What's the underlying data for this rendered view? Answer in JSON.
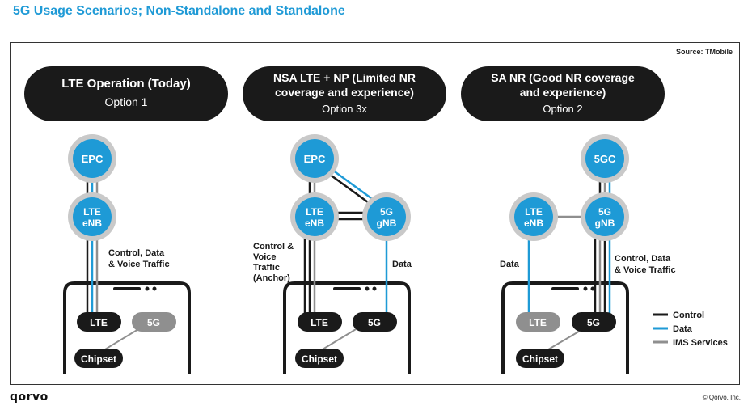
{
  "title": "5G Usage Scenarios; Non-Standalone and Standalone",
  "source": "Source: TMobile",
  "logo": "qorvo",
  "copyright": "© Qorvo, Inc.",
  "colors": {
    "control": "#1a1a1a",
    "data": "#1e9ad6",
    "ims": "#8f8f8f",
    "node_fill": "#1e9ad6",
    "node_ring": "#c9c9c9",
    "pill": "#1a1a1a"
  },
  "scenarios": [
    {
      "header_line1": "LTE Operation (Today)",
      "header_line2": "",
      "option": "Option 1",
      "core": "EPC",
      "ran_a_line1": "LTE",
      "ran_a_line2": "eNB",
      "label": "Control, Data & Voice Traffic",
      "chip_lte": "LTE",
      "chip_5g": "5G",
      "chipset": "Chipset"
    },
    {
      "header_line1": "NSA LTE + NP (Limited NR",
      "header_line2": "coverage and experience)",
      "option": "Option 3x",
      "core": "EPC",
      "ran_a_line1": "LTE",
      "ran_a_line2": "eNB",
      "ran_b_line1": "5G",
      "ran_b_line2": "gNB",
      "label_left": "Control & Voice Traffic (Anchor)",
      "label_right": "Data",
      "chip_lte": "LTE",
      "chip_5g": "5G",
      "chipset": "Chipset"
    },
    {
      "header_line1": "SA NR (Good NR coverage",
      "header_line2": "and experience)",
      "option": "Option 2",
      "core": "5GC",
      "ran_a_line1": "LTE",
      "ran_a_line2": "eNB",
      "ran_b_line1": "5G",
      "ran_b_line2": "gNB",
      "label_left": "Data",
      "label_right": "Control, Data & Voice Traffic",
      "chip_lte": "LTE",
      "chip_5g": "5G",
      "chipset": "Chipset"
    }
  ],
  "legend": [
    {
      "label": "Control",
      "key": "control"
    },
    {
      "label": "Data",
      "key": "data"
    },
    {
      "label": "IMS Services",
      "key": "ims"
    }
  ]
}
